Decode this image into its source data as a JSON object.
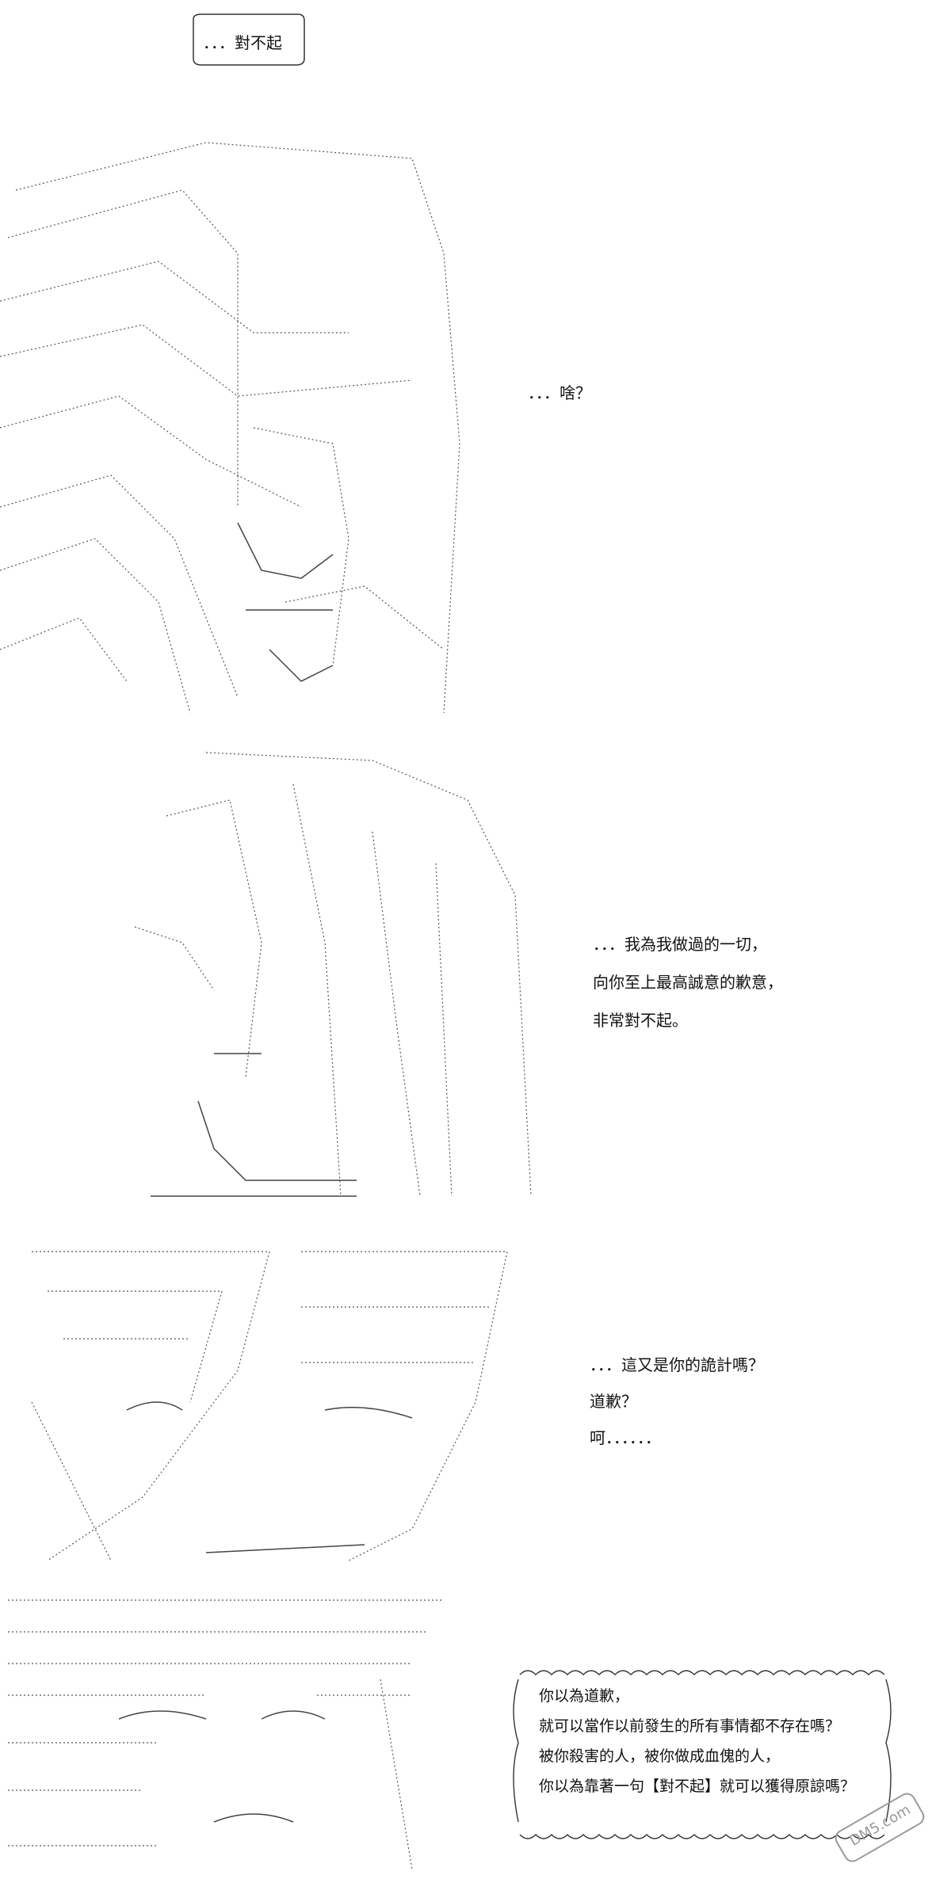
{
  "bubble_top": {
    "text": "．．．對不起"
  },
  "panel1": {
    "lines": [
      "．．．啥？"
    ]
  },
  "panel2": {
    "lines": [
      "．．．我為我做過的一切，",
      "向你至上最高誠意的歉意，",
      "非常對不起。"
    ]
  },
  "panel3": {
    "lines": [
      "．．．這又是你的詭計嗎？",
      "道歉？",
      "呵．．．．．．"
    ]
  },
  "panel4": {
    "lines": [
      "你以為道歉，",
      "就可以當作以前發生的所有事情都不存在嗎？",
      "被你殺害的人，被你做成血傀的人，",
      "你以為靠著一句【對不起】就可以獲得原諒嗎？"
    ]
  },
  "watermark": {
    "text": "DM5.com"
  },
  "colors": {
    "ink": "#111111",
    "art": "#333333",
    "background": "#ffffff"
  }
}
